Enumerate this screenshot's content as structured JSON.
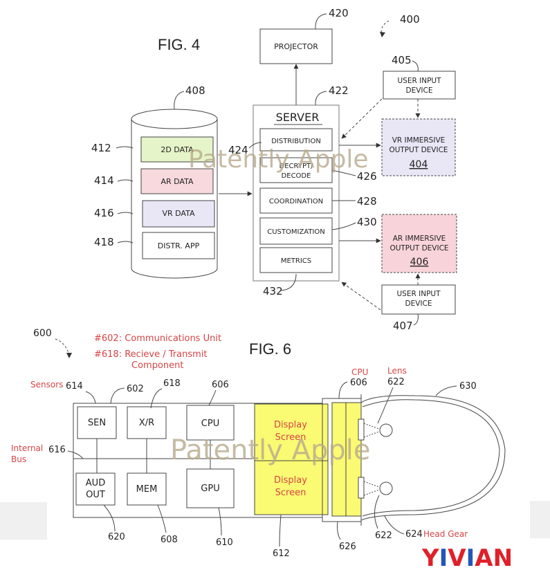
{
  "fig4": {
    "title": "FIG. 4",
    "ref_main": "400",
    "projector": {
      "label": "PROJECTOR",
      "ref": "420"
    },
    "server": {
      "title": "SERVER",
      "ref": "422",
      "ref_bottom": "432",
      "modules": [
        {
          "label": "DISTRIBUTION",
          "ref": "424"
        },
        {
          "label": "DECRYPT/",
          "label2": "DECODE",
          "ref": "426"
        },
        {
          "label": "COORDINATION",
          "ref": "428"
        },
        {
          "label": "CUSTOMIZATION",
          "ref": "430"
        },
        {
          "label": "METRICS",
          "ref": ""
        }
      ]
    },
    "database": {
      "ref": "408",
      "items": [
        {
          "label": "2D DATA",
          "ref": "412"
        },
        {
          "label": "AR DATA",
          "ref": "414"
        },
        {
          "label": "VR DATA",
          "ref": "416"
        },
        {
          "label": "DISTR. APP",
          "ref": "418"
        }
      ]
    },
    "user_input_top": {
      "label1": "USER INPUT",
      "label2": "DEVICE",
      "ref": "405"
    },
    "user_input_bottom": {
      "label1": "USER INPUT",
      "label2": "DEVICE",
      "ref": "407"
    },
    "vr_device": {
      "label1": "VR IMMERSIVE",
      "label2": "OUTPUT DEVICE",
      "ref": "404"
    },
    "ar_device": {
      "label1": "AR IMMERSIVE",
      "label2": "OUTPUT DEVICE",
      "ref": "406"
    }
  },
  "fig6": {
    "title": "FIG. 6",
    "ref_main": "600",
    "note1": "#602: Communications Unit",
    "note2": "#618: Recieve / Transmit",
    "note3": "Component",
    "labels": {
      "sensors": "Sensors",
      "internal_bus1": "Internal",
      "internal_bus2": "Bus",
      "cpu_red": "CPU",
      "lens": "Lens",
      "head_gear": "Head Gear"
    },
    "blocks": {
      "sen": "SEN",
      "xr": "X/R",
      "cpu": "CPU",
      "aud1": "AUD",
      "aud2": "OUT",
      "mem": "MEM",
      "gpu": "GPU",
      "display1a": "Display",
      "display1b": "Screen",
      "display2a": "Display",
      "display2b": "Screen"
    },
    "refs": {
      "r614": "614",
      "r602": "602",
      "r618": "618",
      "r606a": "606",
      "r606b": "606",
      "r622a": "622",
      "r630": "630",
      "r616": "616",
      "r620": "620",
      "r608": "608",
      "r610": "610",
      "r612": "612",
      "r626": "626",
      "r622b": "622",
      "r624": "624"
    }
  },
  "watermarks": {
    "top": "Patently Apple",
    "bottom": "Patently Apple"
  },
  "brand": {
    "logo": "YIVIAN"
  },
  "colors": {
    "data2d": "#e6f4c9",
    "ardata": "#f8d9dd",
    "vrdata": "#e9e6f6",
    "vr_device": "#e9e6f6",
    "ar_device": "#f8d4da",
    "display": "#fafa73",
    "annotation_red": "#d64545",
    "logo_red": "#e0202a",
    "logo_blue": "#2456b8"
  }
}
